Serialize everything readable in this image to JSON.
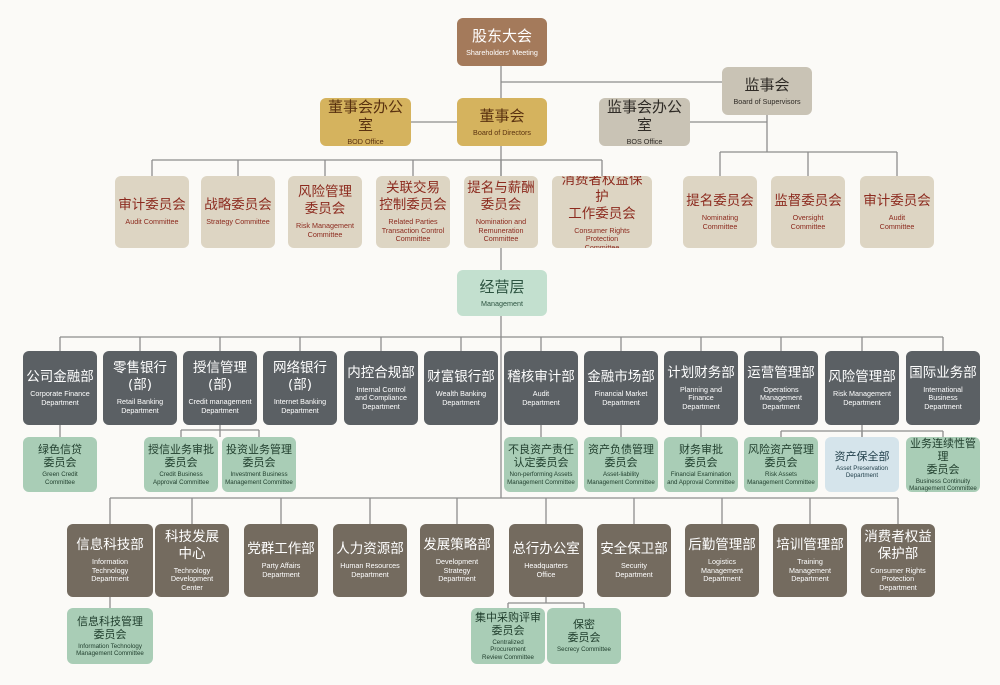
{
  "boxes": {
    "shareholders": {
      "zh": "股东大会",
      "en": "Shareholders' Meeting"
    },
    "bod_office": {
      "zh": "董事会办公室",
      "en": "BOD Office"
    },
    "board": {
      "zh": "董事会",
      "en": "Board of Directors"
    },
    "bos_office": {
      "zh": "监事会办公室",
      "en": "BOS Office"
    },
    "supervisors": {
      "zh": "监事会",
      "en": "Board of Supervisors"
    },
    "c_audit": {
      "zh": "审计委员会",
      "en": "Audit Committee"
    },
    "c_strategy": {
      "zh": "战略委员会",
      "en": "Strategy Committee"
    },
    "c_risk": {
      "zh": "风险管理\n委员会",
      "en": "Risk Management\nCommittee"
    },
    "c_related": {
      "zh": "关联交易\n控制委员会",
      "en": "Related Parties\nTransaction Control\nCommittee"
    },
    "c_nomination": {
      "zh": "提名与薪酬\n委员会",
      "en": "Nomination and\nRemuneration\nCommittee"
    },
    "c_consumer": {
      "zh": "消费者权益保护\n工作委员会",
      "en": "Consumer Rights\nProtection\nCommittee"
    },
    "s_nominating": {
      "zh": "提名委员会",
      "en": "Nominating\nCommittee"
    },
    "s_oversight": {
      "zh": "监督委员会",
      "en": "Oversight\nCommittee"
    },
    "s_audit": {
      "zh": "审计委员会",
      "en": "Audit\nCommittee"
    },
    "management": {
      "zh": "经营层",
      "en": "Management"
    },
    "d_corporate": {
      "zh": "公司金融部",
      "en": "Corporate Finance\nDepartment"
    },
    "d_retail": {
      "zh": "零售银行\n(部)",
      "en": "Retail Banking\nDepartment"
    },
    "d_credit": {
      "zh": "授信管理\n(部)",
      "en": "Credit management\nDepartment"
    },
    "d_internet": {
      "zh": "网络银行\n(部)",
      "en": "Internet Banking\nDepartment"
    },
    "d_internal": {
      "zh": "内控合规部",
      "en": "Internal Control\nand Compliance\nDepartment"
    },
    "d_wealth": {
      "zh": "财富银行部",
      "en": "Wealth Banking\nDepartment"
    },
    "d_audit": {
      "zh": "稽核审计部",
      "en": "Audit\nDepartment"
    },
    "d_financial_market": {
      "zh": "金融市场部",
      "en": "Financial Market\nDepartment"
    },
    "d_planning": {
      "zh": "计划财务部",
      "en": "Planning and Finance\nDepartment"
    },
    "d_operations": {
      "zh": "运营管理部",
      "en": "Operations\nManagement\nDepartment"
    },
    "d_riskmgmt": {
      "zh": "风险管理部",
      "en": "Risk Management\nDepartment"
    },
    "d_international": {
      "zh": "国际业务部",
      "en": "International\nBusiness\nDepartment"
    },
    "sc_green_credit": {
      "zh": "绿色信贷\n委员会",
      "en": "Green Credit\nCommittee"
    },
    "sc_credit_approval": {
      "zh": "授信业务审批\n委员会",
      "en": "Credit Business\nApproval Committee"
    },
    "sc_investment": {
      "zh": "投资业务管理\n委员会",
      "en": "Investment Business\nManagement Committee"
    },
    "sc_npa": {
      "zh": "不良资产责任\n认定委员会",
      "en": "Non-performing Assets\nManagement Committee"
    },
    "sc_alm": {
      "zh": "资产负债管理\n委员会",
      "en": "Asset-liability\nManagement Committee"
    },
    "sc_fin_exam": {
      "zh": "财务审批\n委员会",
      "en": "Financial Examination\nand Approval Committee"
    },
    "sc_risk_assets": {
      "zh": "风险资产管理\n委员会",
      "en": "Risk Assets\nManagement Committee"
    },
    "sc_asset_preservation": {
      "zh": "资产保全部",
      "en": "Asset Preservation\nDepartment"
    },
    "sc_bcm": {
      "zh": "业务连续性管理\n委员会",
      "en": "Business Continuity\nManagement Committee"
    },
    "d_it": {
      "zh": "信息科技部",
      "en": "Information\nTechnology\nDepartment"
    },
    "d_tech_dev": {
      "zh": "科技发展\n中心",
      "en": "Technology\nDevelopment\nCenter"
    },
    "d_party": {
      "zh": "党群工作部",
      "en": "Party Affairs\nDepartment"
    },
    "d_hr": {
      "zh": "人力资源部",
      "en": "Human Resources\nDepartment"
    },
    "d_dev_strategy": {
      "zh": "发展策略部",
      "en": "Development\nStrategy\nDepartment"
    },
    "d_hq_office": {
      "zh": "总行办公室",
      "en": "Headquarters\nOffice"
    },
    "d_security": {
      "zh": "安全保卫部",
      "en": "Security\nDepartment"
    },
    "d_logistics": {
      "zh": "后勤管理部",
      "en": "Logistics\nManagement\nDepartment"
    },
    "d_training": {
      "zh": "培训管理部",
      "en": "Training\nManagement\nDepartment"
    },
    "d_consumer_dept": {
      "zh": "消费者权益\n保护部",
      "en": "Consumer Rights\nProtection\nDepartment"
    },
    "sc_it_mgmt": {
      "zh": "信息科技管理\n委员会",
      "en": "Information Technology\nManagement Committee"
    },
    "sc_procurement": {
      "zh": "集中采购评审\n委员会",
      "en": "Centralized Procurement\nReview Committee"
    },
    "sc_secrecy": {
      "zh": "保密\n委员会",
      "en": "Secrecy Committee"
    }
  }
}
